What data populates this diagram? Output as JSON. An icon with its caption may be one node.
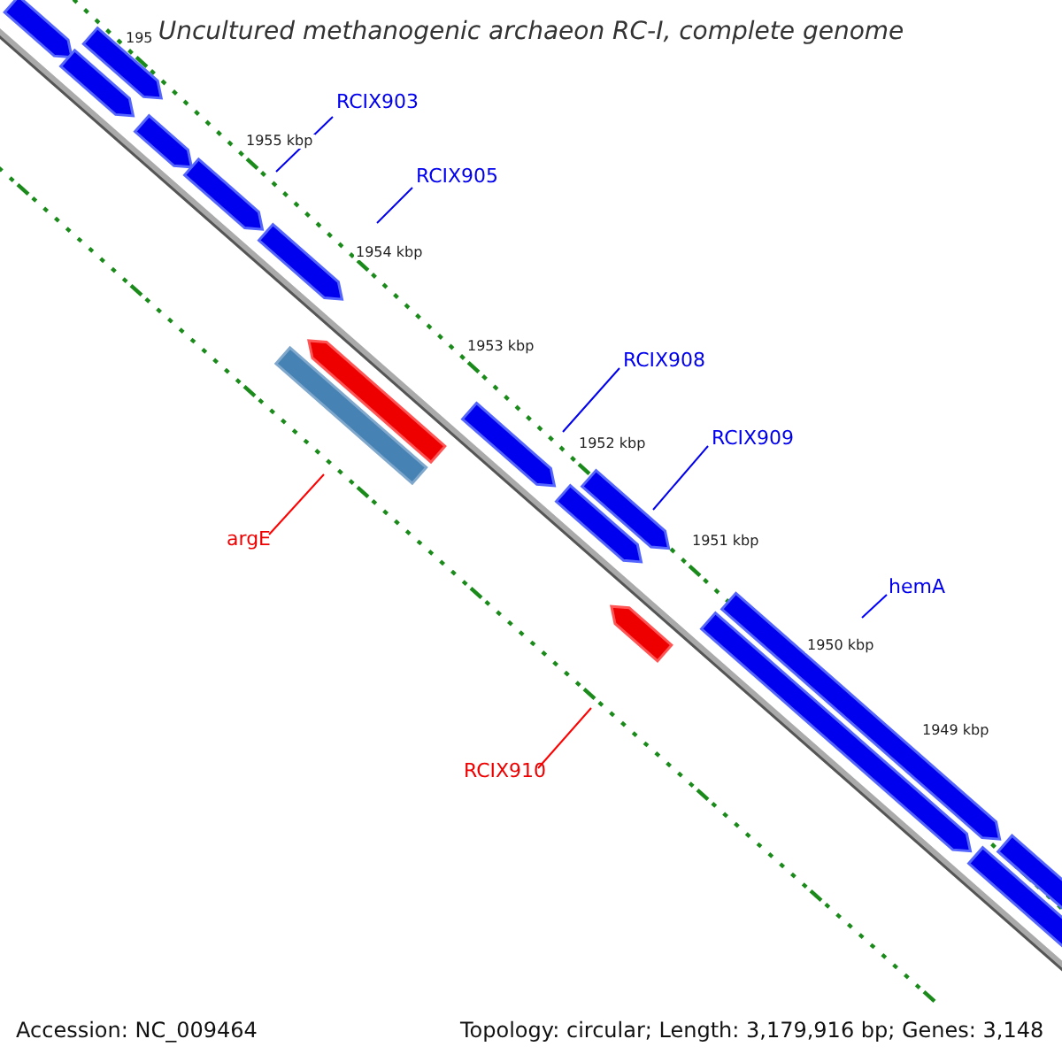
{
  "diagram": {
    "title": "Uncultured methanogenic archaeon RC-I, complete genome",
    "nodes": [
      {
        "text": [
          "RCIX903"
        ]
      },
      {
        "text": [
          "RCIX905"
        ]
      },
      {
        "text": [
          "RCIX908"
        ]
      },
      {
        "text": [
          "RCIX909"
        ]
      },
      {
        "text": [
          "hemA"
        ]
      },
      {
        "text": [
          "argE"
        ]
      },
      {
        "text": [
          "RCIX910"
        ]
      }
    ],
    "edges": [
      {
        "from": 0,
        "to": null,
        "arrow": "none"
      },
      {
        "from": 1,
        "to": null,
        "arrow": "none"
      },
      {
        "from": 2,
        "to": null,
        "arrow": "none"
      },
      {
        "from": 3,
        "to": null,
        "arrow": "none"
      },
      {
        "from": 4,
        "to": null,
        "arrow": "none",
        "color": "#0000ff"
      },
      {
        "from": 5,
        "to": null,
        "arrow": "none",
        "color": "#ff0000"
      },
      {
        "from": 6,
        "to": null,
        "arrow": "none",
        "color": "#ff0000"
      }
    ],
    "labels": [
      "195",
      "1955 kbp",
      "1954 kbp",
      "1953 kbp",
      "1952 kbp",
      "1951 kbp",
      "1950 kbp",
      "1949 kbp",
      "Accession: NC_009464",
      "Topology: circular; Length: 3,179,916 bp; Genes: 3,148"
    ]
  }
}
